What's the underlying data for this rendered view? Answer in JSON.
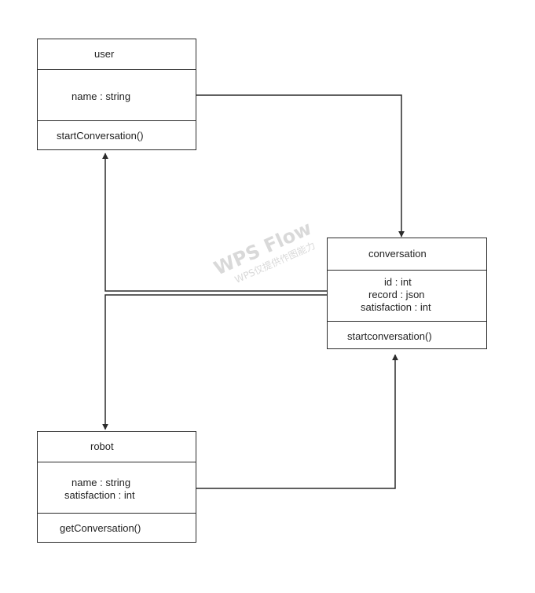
{
  "classes": {
    "user": {
      "name": "user",
      "attributes": [
        "name : string"
      ],
      "methods": [
        "startConversation()"
      ]
    },
    "conversation": {
      "name": "conversation",
      "attributes": [
        "id : int",
        "record : json",
        "satisfaction : int"
      ],
      "methods": [
        "startconversation()"
      ]
    },
    "robot": {
      "name": "robot",
      "attributes": [
        "name : string",
        "satisfaction : int"
      ],
      "methods": [
        "getConversation()"
      ]
    }
  },
  "watermark": {
    "title": "WPS Flow",
    "subtitle": "WPS仅提供作图能力"
  },
  "colors": {
    "line": "#2b2b2b",
    "watermark": "#d9d9d9"
  }
}
